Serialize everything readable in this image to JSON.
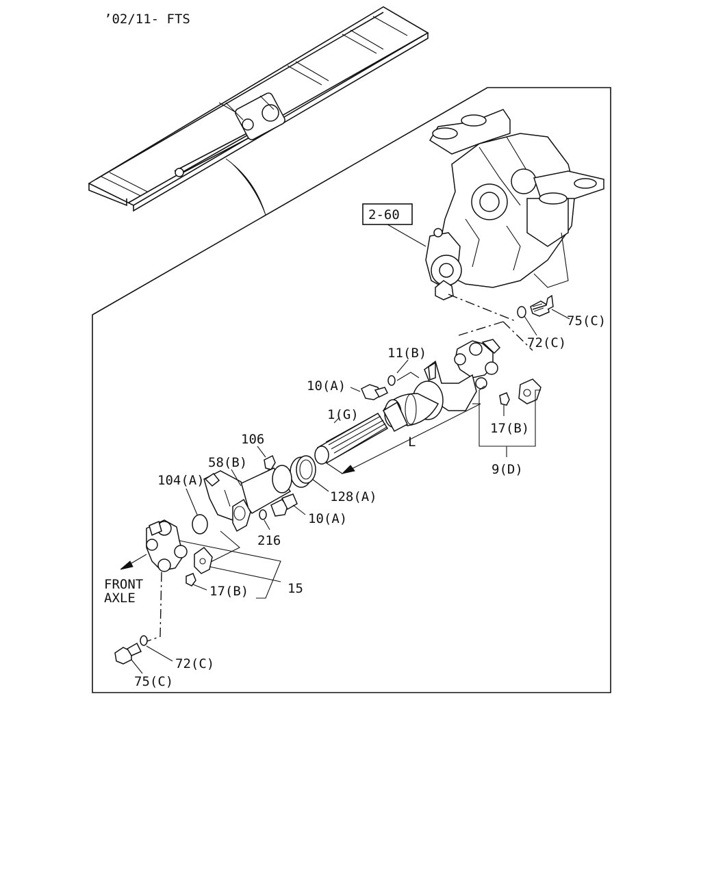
{
  "header": {
    "code": "’02/11- FTS"
  },
  "reference": {
    "box_label": "2-60"
  },
  "labels": {
    "p75c_top": "75(C)",
    "p72c_top": "72(C)",
    "p11b": "11(B)",
    "p10a_top": "10(A)",
    "p1g": "1(G)",
    "p106": "106",
    "p58b": "58(B)",
    "p17b_right": "17(B)",
    "p9d": "9(D)",
    "dim_l": "L",
    "p104a": "104(A)",
    "p128a": "128(A)",
    "p10a_mid": "10(A)",
    "p216": "216",
    "p15": "15",
    "p17b_left": "17(B)",
    "front_line1": "FRONT",
    "front_line2": "AXLE",
    "p72c_bottom": "72(C)",
    "p75c_bottom": "75(C)"
  }
}
